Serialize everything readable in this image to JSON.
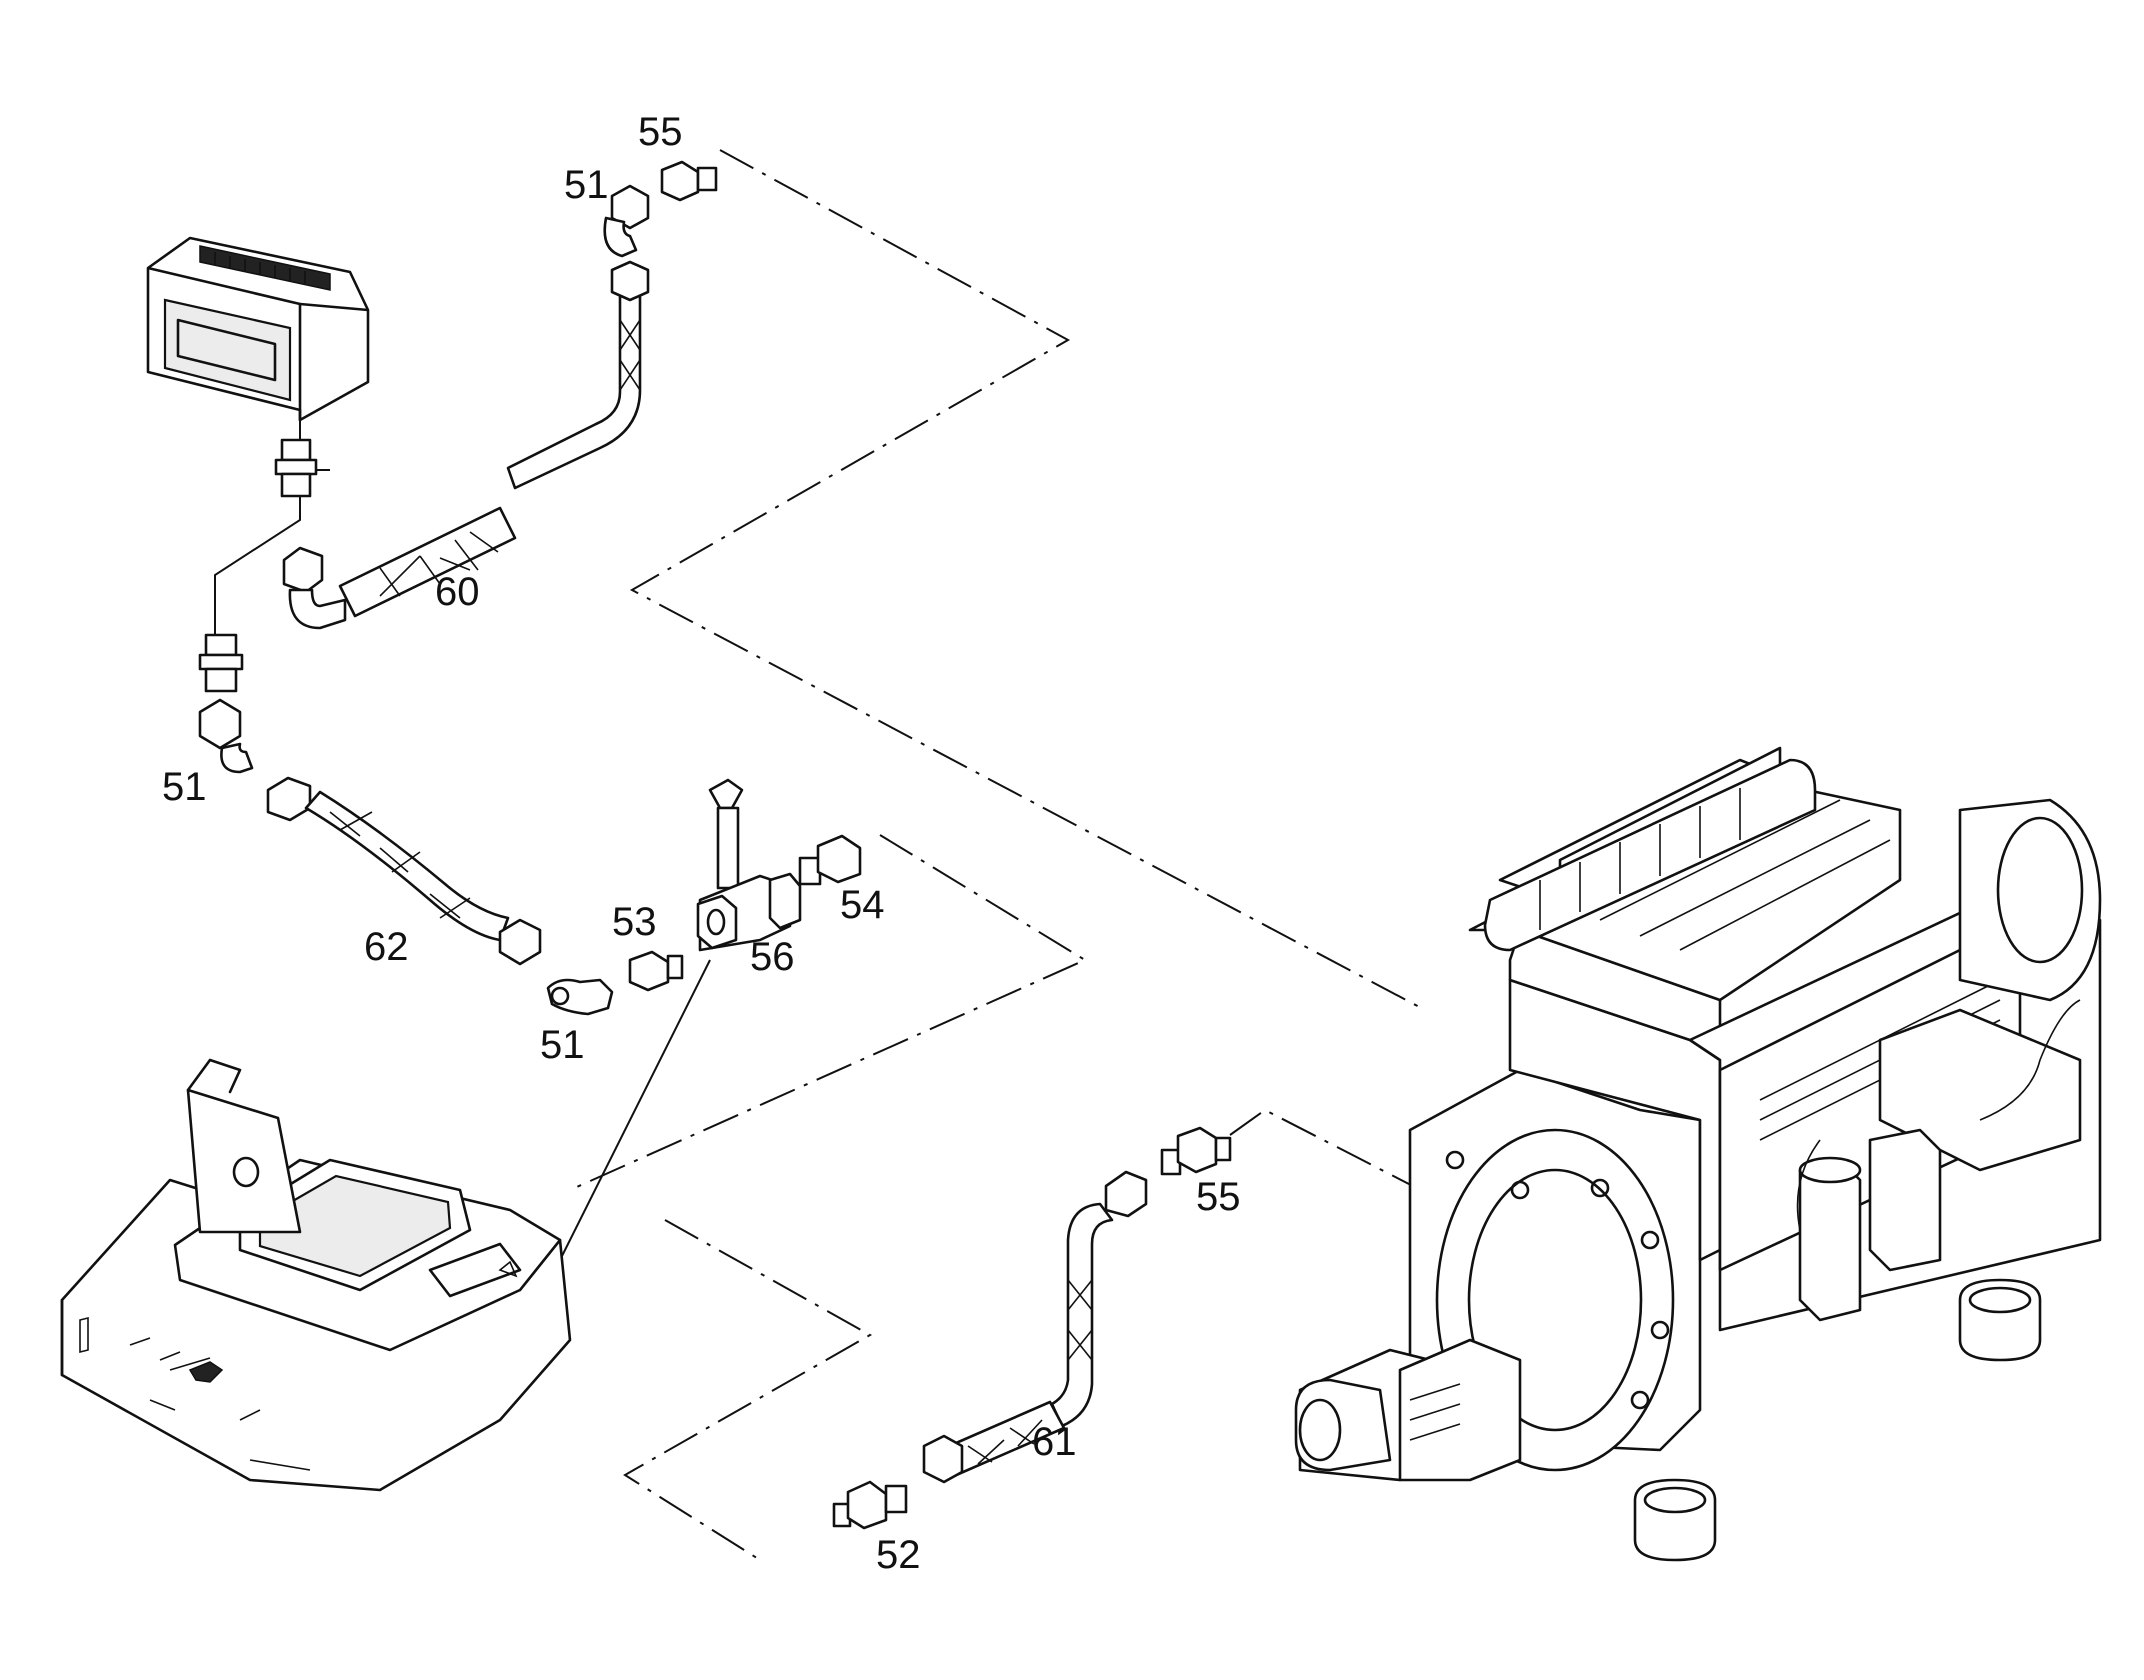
{
  "diagram": {
    "labels": [
      {
        "id": "lbl-55-top",
        "text": "55"
      },
      {
        "id": "lbl-51-top",
        "text": "51"
      },
      {
        "id": "lbl-60",
        "text": "60"
      },
      {
        "id": "lbl-51-left",
        "text": "51"
      },
      {
        "id": "lbl-62",
        "text": "62"
      },
      {
        "id": "lbl-53",
        "text": "53"
      },
      {
        "id": "lbl-51-bottom",
        "text": "51"
      },
      {
        "id": "lbl-56",
        "text": "56"
      },
      {
        "id": "lbl-54",
        "text": "54"
      },
      {
        "id": "lbl-55-right",
        "text": "55"
      },
      {
        "id": "lbl-61",
        "text": "61"
      },
      {
        "id": "lbl-52",
        "text": "52"
      }
    ]
  }
}
